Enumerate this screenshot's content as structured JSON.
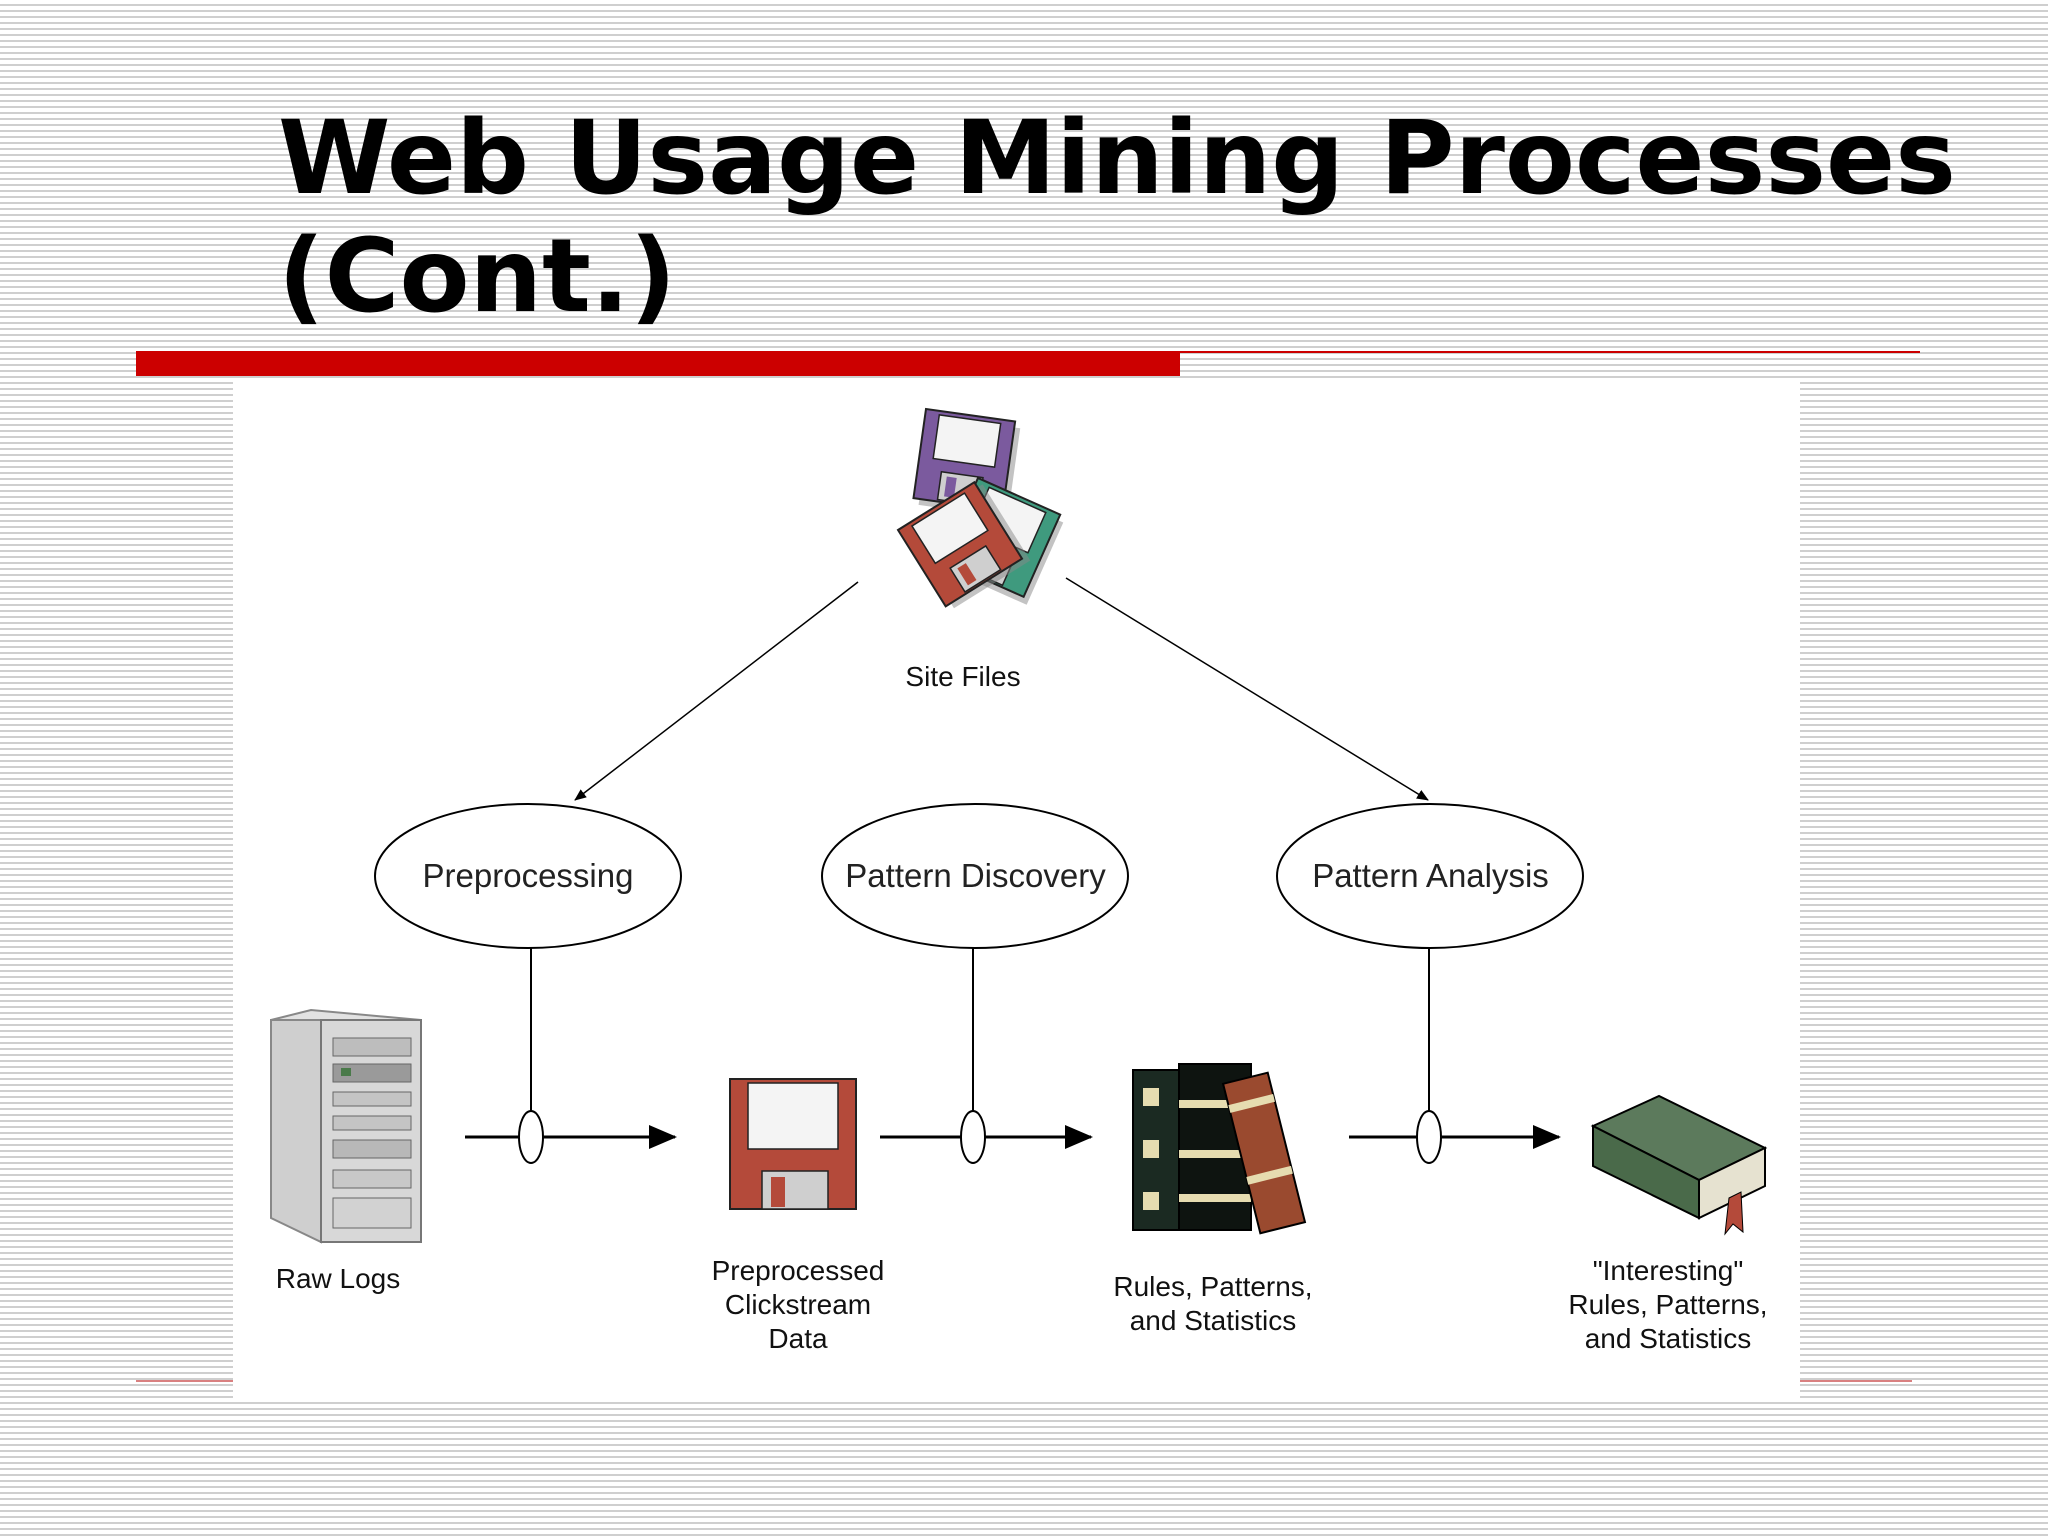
{
  "slide": {
    "title": "Web Usage Mining Processes\n(Cont.)"
  },
  "diagram": {
    "source": "Site Files",
    "stages": [
      "Preprocessing",
      "Pattern Discovery",
      "Pattern Analysis"
    ],
    "nodes": [
      {
        "label": "Raw Logs",
        "icon": "server-icon"
      },
      {
        "label": "Preprocessed\nClickstream\nData",
        "icon": "floppy-disk-icon"
      },
      {
        "label": "Rules, Patterns,\nand Statistics",
        "icon": "books-icon"
      },
      {
        "label": "\"Interesting\"\nRules, Patterns,\nand Statistics",
        "icon": "book-icon"
      }
    ]
  },
  "colors": {
    "accent": "#cc0000",
    "disk_purple": "#7b5a9e",
    "disk_green": "#3f9a7e",
    "disk_red": "#b44a3a"
  }
}
